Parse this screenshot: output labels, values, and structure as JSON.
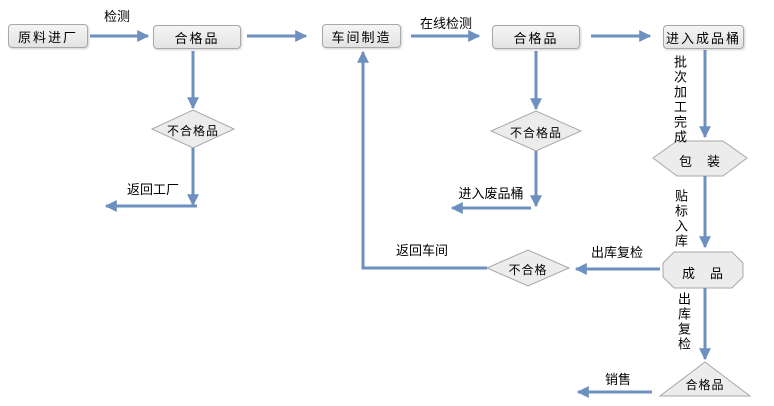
{
  "flowchart": {
    "nodes": {
      "raw_material": "原料进厂",
      "qualified_in": "合格品",
      "workshop": "车间制造",
      "qualified_online": "合格品",
      "finished_barrel": "进入成品桶",
      "unqualified_in": "不合格品",
      "unqualified_online": "不合格品",
      "packaging": "包　装",
      "finished_product": "成　品",
      "unqualified_out": "不合格",
      "qualified_out": "合格品"
    },
    "labels": {
      "inspect": "检测",
      "online_inspect": "在线检测",
      "batch_complete": "批次加工完成",
      "return_factory": "返回工厂",
      "to_waste_barrel": "进入废品桶",
      "label_warehouse": "贴标入库",
      "outbound_recheck_vertical": "出库复检",
      "outbound_recheck": "出库复检",
      "return_workshop": "返回车间",
      "sales": "销售"
    },
    "colors": {
      "arrow": "#6e90c0",
      "shape_fill": "#ececec",
      "shape_border": "#a8a8a8",
      "text": "#000000",
      "background": "#ffffff"
    }
  }
}
